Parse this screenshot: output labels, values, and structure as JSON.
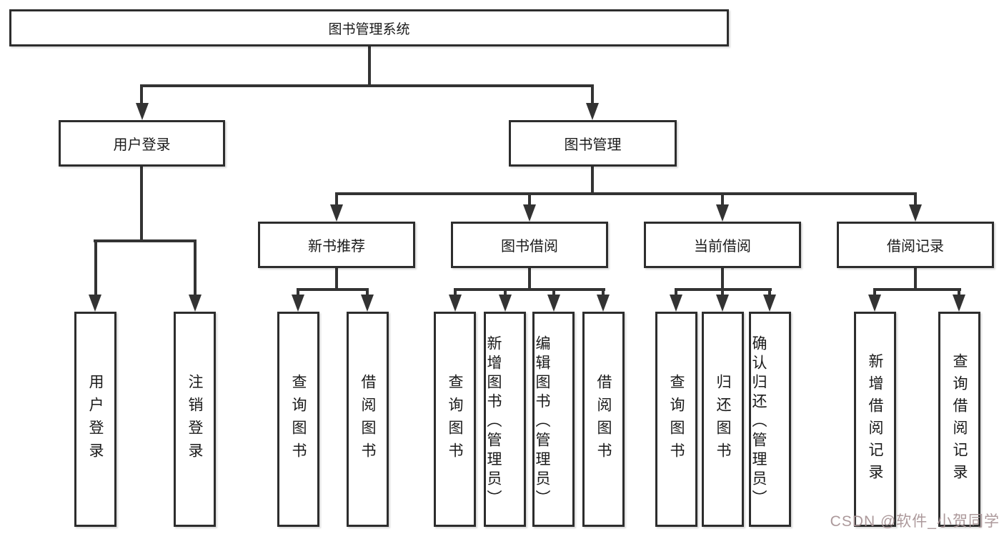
{
  "diagram": {
    "root": {
      "label": "图书管理系统"
    },
    "level2": [
      {
        "label": "用户登录"
      },
      {
        "label": "图书管理"
      }
    ],
    "level3": [
      {
        "label": "新书推荐"
      },
      {
        "label": "图书借阅"
      },
      {
        "label": "当前借阅"
      },
      {
        "label": "借阅记录"
      }
    ],
    "leaves": [
      {
        "label": "用户登录"
      },
      {
        "label": "注销登录"
      },
      {
        "label": "查询图书"
      },
      {
        "label": "借阅图书"
      },
      {
        "label": "查询图书"
      },
      {
        "label": "新增图书（管理员）"
      },
      {
        "label": "编辑图书（管理员）"
      },
      {
        "label": "借阅图书"
      },
      {
        "label": "查询图书"
      },
      {
        "label": "归还图书"
      },
      {
        "label": "确认归还（管理员）"
      },
      {
        "label": "新增借阅记录"
      },
      {
        "label": "查询借阅记录"
      }
    ],
    "watermark": {
      "text": "CSDN @软件_小贺同学"
    },
    "colors": {
      "line": "#333333",
      "box_border": "#2d2d2d",
      "text": "#1a1a1a",
      "background": "#ffffff",
      "watermark": "#a89396"
    }
  }
}
